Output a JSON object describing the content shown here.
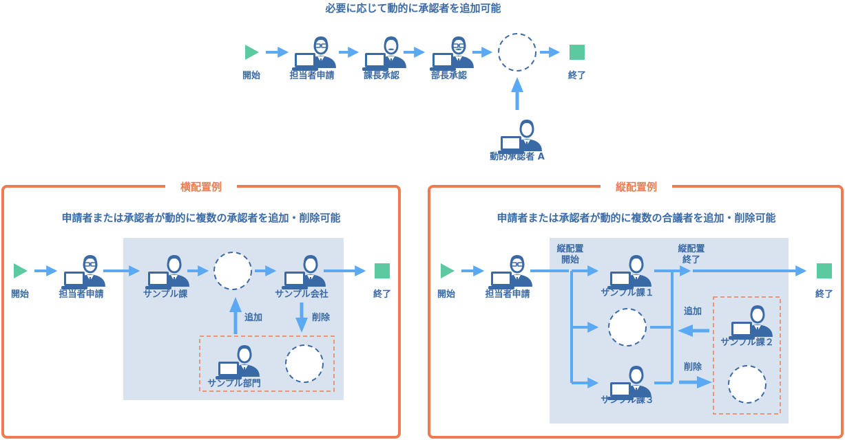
{
  "top": {
    "title": "必要に応じて動的に承認者を追加可能",
    "start": "開始",
    "step1": "担当者申請",
    "step2": "課長承認",
    "step3": "部長承認",
    "end": "終了",
    "dynamic": "動的承認者 A"
  },
  "left": {
    "frame_title": "横配置例",
    "subtitle": "申請者または承認者が動的に複数の承認者を追加・削除可能",
    "start": "開始",
    "applicant": "担当者申請",
    "node1": "サンプル課",
    "node2": "サンプル会社",
    "end": "終了",
    "add": "追加",
    "remove": "削除",
    "candidate": "サンプル部門"
  },
  "right": {
    "frame_title": "縦配置例",
    "subtitle": "申請者または承認者が動的に複数の合議者を追加・削除可能",
    "start": "開始",
    "applicant": "担当者申請",
    "split_label_1": "縦配置",
    "split_label_2": "開始",
    "join_label_1": "縦配置",
    "join_label_2": "終了",
    "end": "終了",
    "branch1": "サンプル課１",
    "branch3": "サンプル課３",
    "add": "追加",
    "remove": "削除",
    "candidate": "サンプル課２"
  },
  "colors": {
    "text": "#3a6aa6",
    "arrow": "#5aa9f2",
    "start_triangle": "#5cc9a0",
    "end_square": "#5cc9a0",
    "frame": "#f07a52",
    "panel": "#d9e3ef",
    "dashed_circle": "#3a6aa6",
    "dashed_box": "#f07a52"
  }
}
